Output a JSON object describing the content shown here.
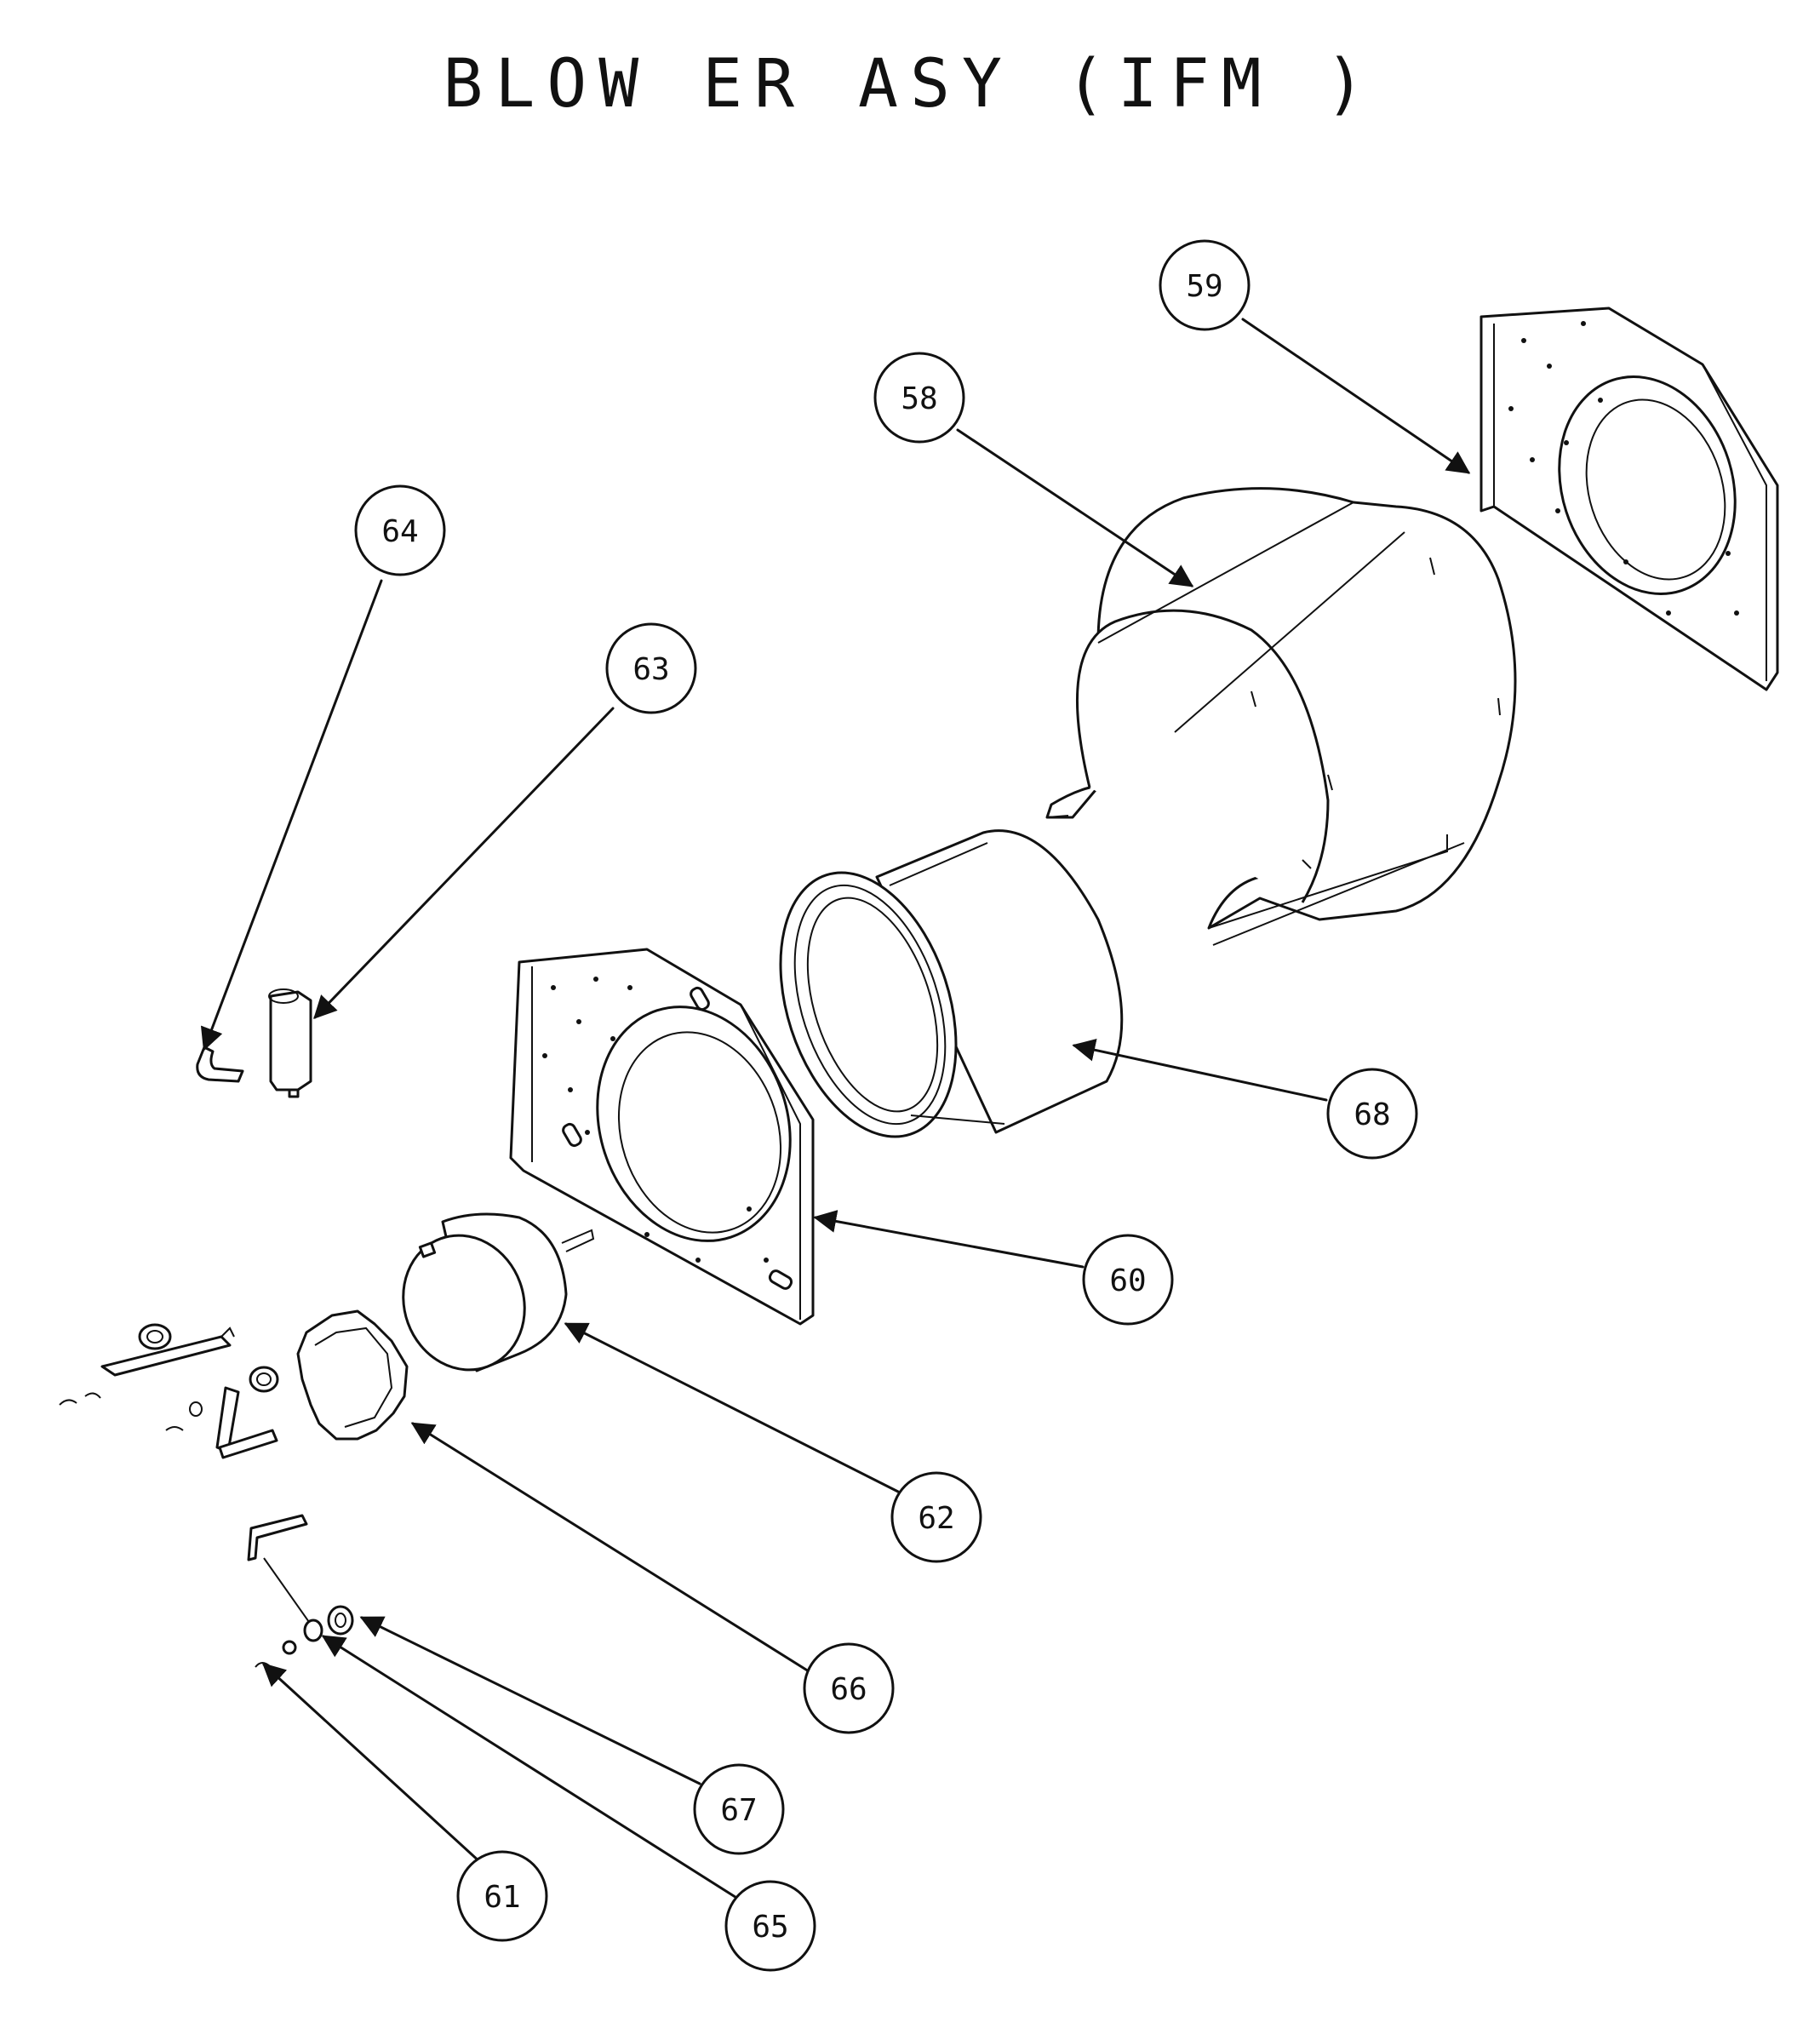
{
  "title": "BLOW ER ASY (IFM )",
  "callouts": [
    {
      "id": "58",
      "label": "58"
    },
    {
      "id": "59",
      "label": "59"
    },
    {
      "id": "60",
      "label": "60"
    },
    {
      "id": "61",
      "label": "61"
    },
    {
      "id": "62",
      "label": "62"
    },
    {
      "id": "63",
      "label": "63"
    },
    {
      "id": "64",
      "label": "64"
    },
    {
      "id": "65",
      "label": "65"
    },
    {
      "id": "66",
      "label": "66"
    },
    {
      "id": "67",
      "label": "67"
    },
    {
      "id": "68",
      "label": "68"
    }
  ]
}
